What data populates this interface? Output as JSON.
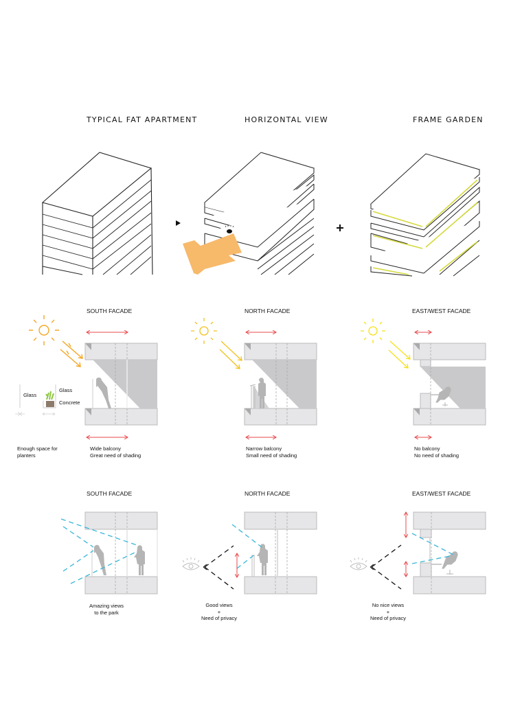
{
  "top_row": {
    "titles": [
      "TYPICAL FAT APARTMENT",
      "HORIZONTAL VIEW",
      "FRAME GARDEN"
    ],
    "operator_plus": "+"
  },
  "sun_row": {
    "panels": [
      {
        "heading": "SOUTH FACADE",
        "caption": [
          "Wide balcony",
          "Great need of shading"
        ],
        "sun_color": "#f5a623"
      },
      {
        "heading": "NORTH FACADE",
        "caption": [
          "Narrow balcony",
          "Small need of shading"
        ],
        "sun_color": "#f2c21b"
      },
      {
        "heading": "EAST/WEST FACADE",
        "caption": [
          "No balcony",
          "No need of shading"
        ],
        "sun_color": "#f5e11c"
      }
    ],
    "legend": {
      "glass_label": "Glass",
      "planter_glass_label": "Glass",
      "planter_concrete_label": "Concrete",
      "caption": [
        "Enough space for",
        "planters"
      ]
    }
  },
  "view_row": {
    "panels": [
      {
        "heading": "SOUTH FACADE",
        "caption": [
          "Amazing views",
          "to the park"
        ]
      },
      {
        "heading": "NORTH FACADE",
        "caption": [
          "Good views",
          "+",
          "Need of privacy"
        ]
      },
      {
        "heading": "EAST/WEST FACADE",
        "caption": [
          "No nice views",
          "+",
          "Need of privacy"
        ]
      }
    ]
  },
  "colors": {
    "red_arrow": "#e8474a",
    "view_line": "#38b6d8",
    "slab": "#e6e6e8",
    "shade": "#c9c9cb",
    "figure": "#b5b5b5",
    "hand": "#f7b96a",
    "garden": "#e6e85a"
  }
}
